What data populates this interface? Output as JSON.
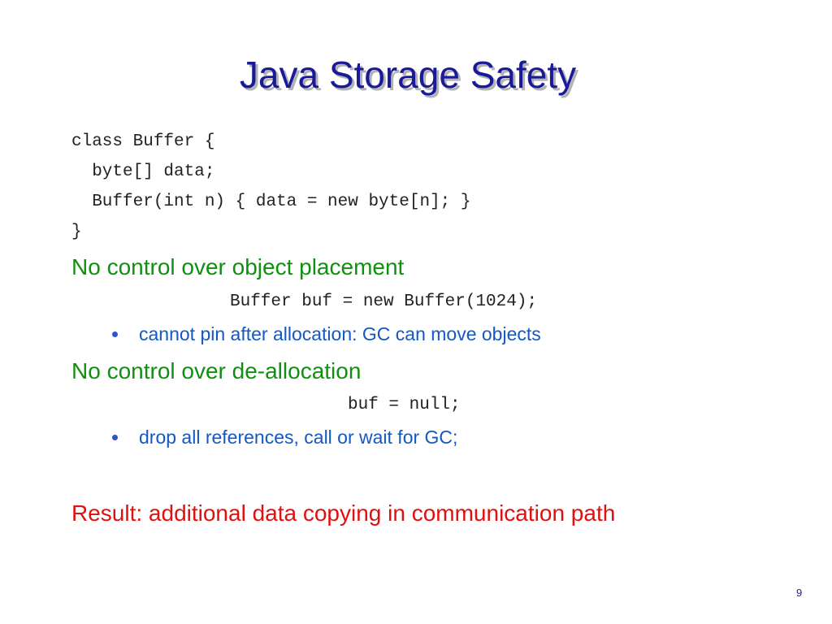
{
  "slide": {
    "title": "Java Storage Safety",
    "code_block": [
      "class Buffer {",
      "  byte[] data;",
      "  Buffer(int n) { data = new byte[n]; }",
      "}"
    ],
    "sections": [
      {
        "heading": "No control over object placement",
        "code": "Buffer buf = new Buffer(1024);",
        "bullet": "cannot pin after allocation: GC can move objects"
      },
      {
        "heading": "No control over de-allocation",
        "code": "buf = null;",
        "bullet": "drop all references, call or wait for GC;"
      }
    ],
    "result": "Result: additional data copying in communication path",
    "page_number": "9"
  },
  "colors": {
    "title": "#1a1a99",
    "heading": "#109010",
    "bullet": "#1358c4",
    "result": "#e01010",
    "code": "#222222"
  }
}
